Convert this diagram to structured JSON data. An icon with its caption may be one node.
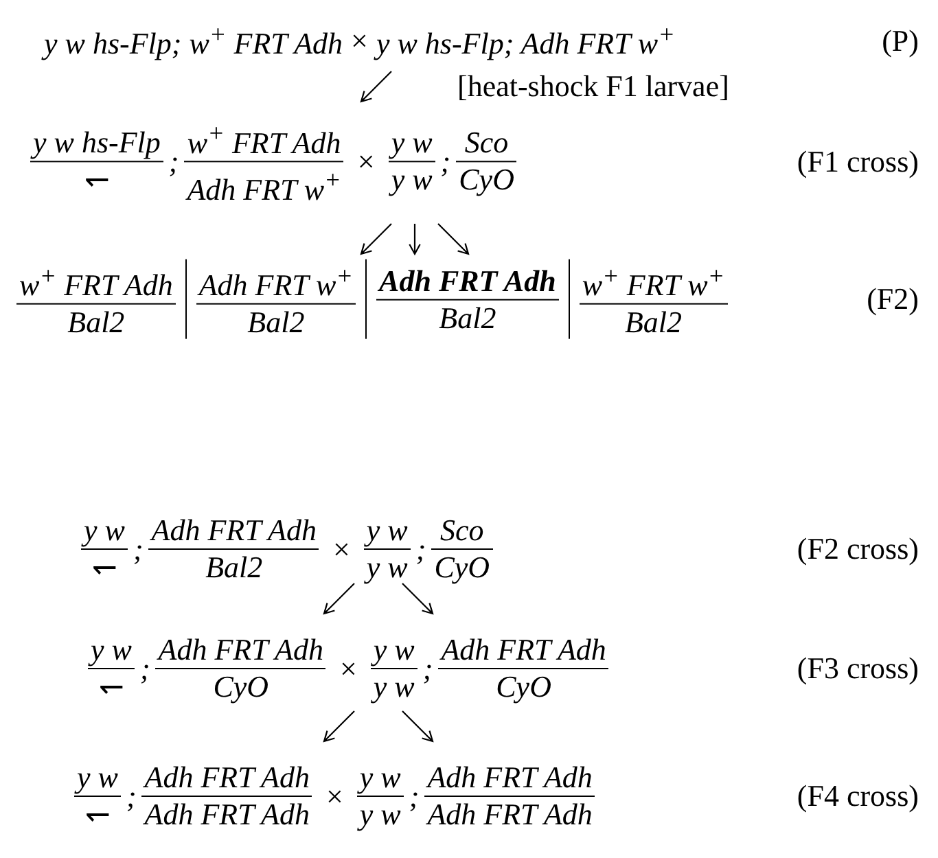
{
  "diagram": {
    "labels": [
      "y w hs-Flp; w$^{+}$ FRT Adh",
      "×",
      "y w hs-Flp; Adh FRT w$^{+}$",
      "(P)",
      "[heat-shock F1 larvae]",
      "y w hs-Flp",
      "↽",
      ";",
      "w$^{+}$ FRT Adh",
      "Adh FRT w$^{+}$",
      "×",
      "y w",
      "y w",
      ";",
      "Sco",
      "CyO",
      "(F1 cross)",
      "w$^{+}$ FRT Adh",
      "Bal2",
      "Adh FRT w$^{+}$",
      "Bal2",
      "Adh FRT Adh",
      "Bal2",
      "w$^{+}$ FRT w$^{+}$",
      "Bal2",
      "(F2)",
      "y w",
      "↽",
      ";",
      "Adh FRT Adh",
      "Bal2",
      "×",
      "y w",
      "y w",
      ";",
      "Sco",
      "CyO",
      "(F2 cross)",
      "y w",
      "↽",
      ";",
      "Adh FRT Adh",
      "CyO",
      "×",
      "y w",
      "y w",
      ";",
      "Adh FRT Adh",
      "CyO",
      "(F3 cross)",
      "y w",
      "↽",
      ";",
      "Adh FRT Adh",
      "Adh FRT Adh",
      "×",
      "y w",
      "y w",
      ";",
      "Adh FRT Adh",
      "Adh FRT Adh",
      "(F4 cross)"
    ]
  }
}
